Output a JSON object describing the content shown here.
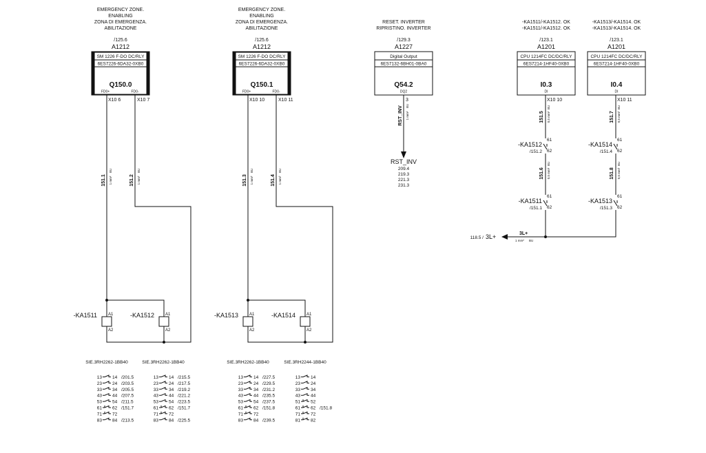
{
  "modules": [
    {
      "header": [
        "EMERGENCY ZONE.",
        "ENABLING",
        "ZONA DI EMERGENZA.",
        "ABILITAZIONE"
      ],
      "ref": "/125.6",
      "tag": "A1212",
      "type": "SM 1226 F-DO DC/RLY",
      "order": "6ES7226-6DA32-0XB0",
      "addr": "Q150.0",
      "pins": [
        "FD0+",
        "FD0-"
      ],
      "terms": [
        "X10 6",
        "X10 7"
      ],
      "dark": true
    },
    {
      "header": [
        "EMERGENCY ZONE.",
        "ENABLING",
        "ZONA DI EMERGENZA.",
        "ABILITAZIONE"
      ],
      "ref": "/125.6",
      "tag": "A1212",
      "type": "SM 1226 F-DO DC/RLY",
      "order": "6ES7226-6DA32-0XB0",
      "addr": "Q150.1",
      "pins": [
        "FD0+",
        "FD0-"
      ],
      "terms": [
        "X10 10",
        "X10 11"
      ],
      "dark": true
    },
    {
      "header": [
        "RESET. INVERTER",
        "RIPRISTINO. INVERTER"
      ],
      "ref": "/129.3",
      "tag": "A1227",
      "type": "Digital Output",
      "order": "6ES7132-6BH01-0BA0",
      "addr": "Q54.2",
      "pins": [
        "DQ2"
      ],
      "terms": [
        "3"
      ],
      "dark": false
    },
    {
      "header": [
        "-KA1511/-KA1512. OK",
        "-KA1511/-KA1512. OK"
      ],
      "ref": "/123.1",
      "tag": "A1201",
      "type": "CPU 1214FC DC/DC/RLY",
      "order": "6ES7214-1HF40-0XB0",
      "addr": "I0.3",
      "pins": [
        "DI"
      ],
      "terms": [
        "X10 10"
      ],
      "dark": false
    },
    {
      "header": [
        "-KA1513/-KA1514. OK",
        "-KA1513/-KA1514. OK"
      ],
      "ref": "/123.1",
      "tag": "A1201",
      "type": "CPU 1214FC DC/DC/RLY",
      "order": "6ES7214-1HF40-0XB0",
      "addr": "I0.4",
      "pins": [
        "DI"
      ],
      "terms": [
        "X10 11"
      ],
      "dark": false
    }
  ],
  "wires": {
    "w1511": {
      "label": "151.1",
      "spec": "1 mm²",
      "color": "BU"
    },
    "w1512": {
      "label": "151.2",
      "spec": "1 mm²",
      "color": "BU"
    },
    "w1513": {
      "label": "151.3",
      "spec": "1 mm²",
      "color": "BU"
    },
    "w1514": {
      "label": "151.4",
      "spec": "1 mm²",
      "color": "BU"
    },
    "w1515": {
      "label": "151.5",
      "spec": "0,5 mm²",
      "color": "BU"
    },
    "w1516": {
      "label": "151.6",
      "spec": "0,5 mm²",
      "color": "BU"
    },
    "w1517": {
      "label": "151.7",
      "spec": "0,5 mm²",
      "color": "BU"
    },
    "w1518": {
      "label": "151.8",
      "spec": "0,5 mm²",
      "color": "BU"
    },
    "rst": {
      "label": "RST_INV",
      "spec": "1 mm²",
      "color": "BU"
    },
    "l3": {
      "label": "3L+",
      "spec": "1 mm²",
      "color": "BU"
    }
  },
  "coils": [
    {
      "name": "-KA1511",
      "a1": "A1",
      "a2": "A2"
    },
    {
      "name": "-KA1512",
      "a1": "A1",
      "a2": "A2"
    },
    {
      "name": "-KA1513",
      "a1": "A1",
      "a2": "A2"
    },
    {
      "name": "-KA1514",
      "a1": "A1",
      "a2": "A2"
    }
  ],
  "contacts": [
    {
      "name": "-KA1512",
      "ref": "/151.2",
      "t1": "61",
      "t2": "62"
    },
    {
      "name": "-KA1511",
      "ref": "/151.1",
      "t1": "61",
      "t2": "62"
    },
    {
      "name": "-KA1514",
      "ref": "/151.4",
      "t1": "61",
      "t2": "62"
    },
    {
      "name": "-KA1513",
      "ref": "/151.3",
      "t1": "61",
      "t2": "62"
    }
  ],
  "rst_target": {
    "name": "RST_INV",
    "refs": [
      "209.4",
      "219.3",
      "221.3",
      "231.3"
    ]
  },
  "supply": {
    "ref": "118.5 /",
    "name": "3L+"
  },
  "relay_parts": [
    "SIE.3RH2262-1BB40",
    "SIE.3RH2262-1BB40",
    "SIE.3RH2262-1BB40",
    "SIE.3RH2244-1BB40"
  ],
  "contact_tables": [
    [
      {
        "a": "13",
        "b": "14",
        "r": "/201.5",
        "nc": false
      },
      {
        "a": "23",
        "b": "24",
        "r": "/203.5",
        "nc": false
      },
      {
        "a": "33",
        "b": "34",
        "r": "/205.5",
        "nc": false
      },
      {
        "a": "43",
        "b": "44",
        "r": "/207.5",
        "nc": false
      },
      {
        "a": "53",
        "b": "54",
        "r": "/211.5",
        "nc": false
      },
      {
        "a": "61",
        "b": "62",
        "r": "/151.7",
        "nc": true
      },
      {
        "a": "71",
        "b": "72",
        "r": "",
        "nc": true
      },
      {
        "a": "83",
        "b": "84",
        "r": "/213.5",
        "nc": false
      }
    ],
    [
      {
        "a": "13",
        "b": "14",
        "r": "/215.5",
        "nc": false
      },
      {
        "a": "23",
        "b": "24",
        "r": "/217.5",
        "nc": false
      },
      {
        "a": "33",
        "b": "34",
        "r": "/219.2",
        "nc": false
      },
      {
        "a": "43",
        "b": "44",
        "r": "/221.2",
        "nc": false
      },
      {
        "a": "53",
        "b": "54",
        "r": "/223.5",
        "nc": false
      },
      {
        "a": "61",
        "b": "62",
        "r": "/151.7",
        "nc": true
      },
      {
        "a": "71",
        "b": "72",
        "r": "",
        "nc": true
      },
      {
        "a": "83",
        "b": "84",
        "r": "/225.5",
        "nc": false
      }
    ],
    [
      {
        "a": "13",
        "b": "14",
        "r": "/227.5",
        "nc": false
      },
      {
        "a": "23",
        "b": "24",
        "r": "/229.5",
        "nc": false
      },
      {
        "a": "33",
        "b": "34",
        "r": "/231.2",
        "nc": false
      },
      {
        "a": "43",
        "b": "44",
        "r": "/235.5",
        "nc": false
      },
      {
        "a": "53",
        "b": "54",
        "r": "/237.5",
        "nc": false
      },
      {
        "a": "61",
        "b": "62",
        "r": "/151.8",
        "nc": true
      },
      {
        "a": "71",
        "b": "72",
        "r": "",
        "nc": true
      },
      {
        "a": "83",
        "b": "84",
        "r": "/239.5",
        "nc": false
      }
    ],
    [
      {
        "a": "13",
        "b": "14",
        "r": "",
        "nc": false
      },
      {
        "a": "23",
        "b": "24",
        "r": "",
        "nc": false
      },
      {
        "a": "33",
        "b": "34",
        "r": "",
        "nc": false
      },
      {
        "a": "43",
        "b": "44",
        "r": "",
        "nc": false
      },
      {
        "a": "51",
        "b": "52",
        "r": "",
        "nc": true
      },
      {
        "a": "61",
        "b": "62",
        "r": "/151.8",
        "nc": true
      },
      {
        "a": "71",
        "b": "72",
        "r": "",
        "nc": true
      },
      {
        "a": "81",
        "b": "82",
        "r": "",
        "nc": true
      }
    ]
  ]
}
